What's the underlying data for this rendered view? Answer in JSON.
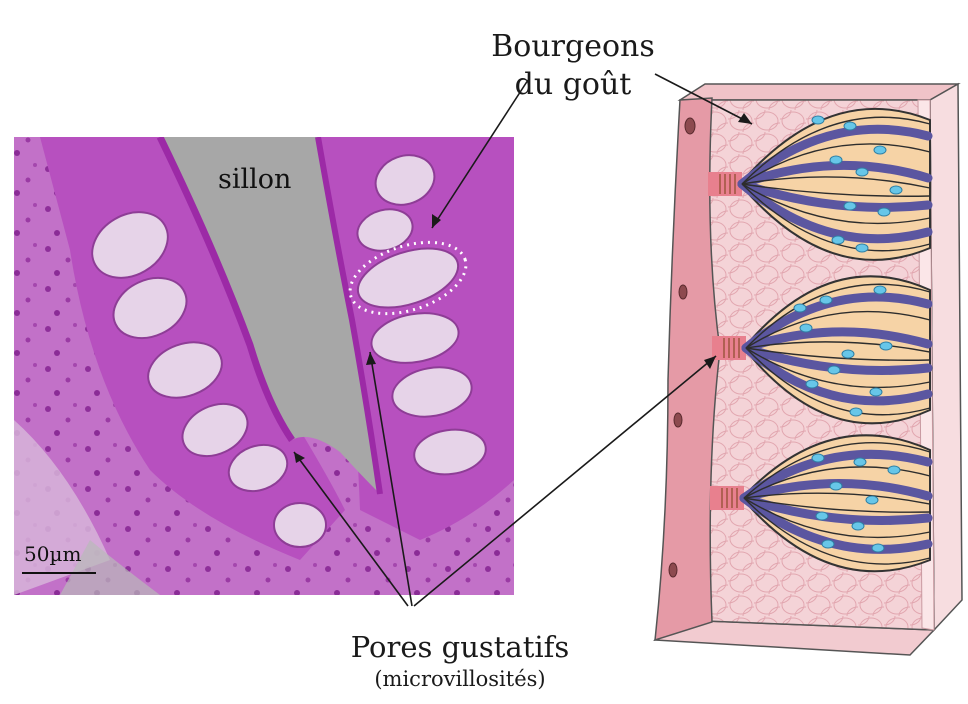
{
  "labels": {
    "taste_buds": [
      "Bourgeons",
      "du goût"
    ],
    "groove": "sillon",
    "taste_pores": "Pores gustatifs",
    "microvilli": "(microvillosités)",
    "scale_bar": "50µm"
  },
  "colors": {
    "stain_dark": "#a92fb0",
    "stain_light": "#d69ad8",
    "groove_gray": "#a7a7a7",
    "epithelium_pink": "#f3cfd3",
    "surface_pink": "#e79aa5",
    "supporting_cell": "#f6d3a6",
    "receptor_cell": "#6b64a8",
    "nucleus": "#67c6e8"
  }
}
